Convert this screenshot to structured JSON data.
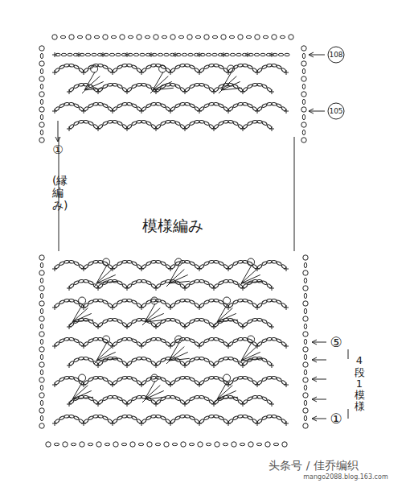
{
  "diagram": {
    "labels": [
      "108",
      "105",
      "①",
      "(縁編み)",
      "模様編み",
      "⑤",
      "4段1模様",
      "①",
      "头条号 / 佳乔编织",
      "mango2088.blog.163.com"
    ]
  }
}
